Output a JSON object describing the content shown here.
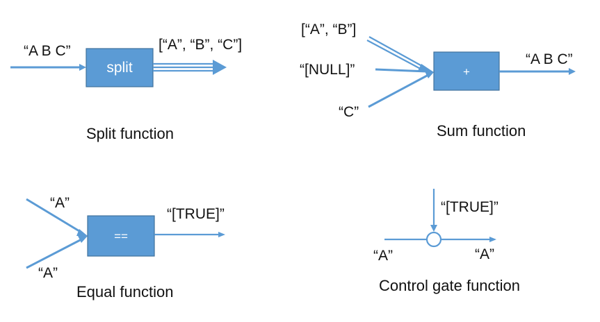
{
  "colors": {
    "accent": "#5b9bd5",
    "box_border": "#41719c",
    "text": "#111111",
    "box_text": "#ffffff"
  },
  "split": {
    "input": "“A B C”",
    "box": "split",
    "output": "[“A”, “B”, “C”]",
    "caption": "Split function"
  },
  "sum": {
    "input_list": "[“A”, “B”]",
    "input_null": "“[NULL]”",
    "input_c": "“C”",
    "box": "+",
    "output": "“A B C”",
    "caption": "Sum function"
  },
  "equal": {
    "input_top": "“A”",
    "input_bottom": "“A”",
    "box": "==",
    "output": "“[TRUE]”",
    "caption": "Equal function"
  },
  "gate": {
    "control": "“[TRUE]”",
    "input": "“A”",
    "output": "“A”",
    "caption": "Control gate function"
  }
}
